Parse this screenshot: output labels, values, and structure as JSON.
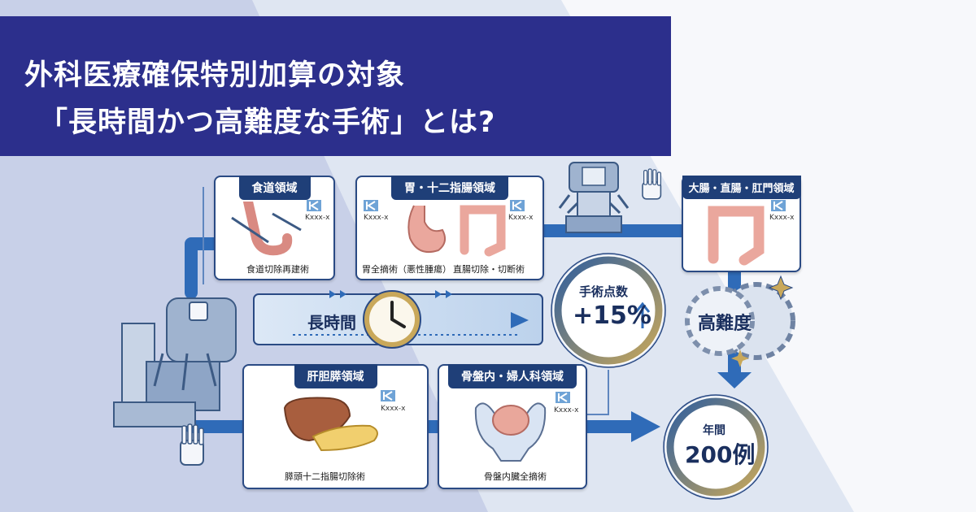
{
  "title": {
    "line1": "外科医療確保特別加算の対象",
    "line2": "「長時間かつ高難度な手術」とは?"
  },
  "panels": {
    "esophagus": {
      "heading": "食道領域",
      "code": "Kxxx-x",
      "caption": "食道切除再建術"
    },
    "stomach": {
      "heading": "胃・十二指腸領域",
      "codes": [
        "Kxxx-x",
        "Kxxx-x"
      ],
      "captions": [
        "胃全摘術（悪性腫瘍）",
        "直腸切除・切断術"
      ]
    },
    "colorectal": {
      "heading": "大腸・直腸・肛門領域",
      "code": "Kxxx-x"
    },
    "hepatobiliary": {
      "heading": "肝胆膵領域",
      "code": "Kxxx-x",
      "caption": "膵頭十二指腸切除術"
    },
    "pelvic": {
      "heading": "骨盤内・婦人科領域",
      "code": "Kxxx-x",
      "caption": "骨盤内臓全摘術"
    }
  },
  "long_duration": {
    "label": "長時間"
  },
  "points_badge": {
    "label": "手術点数",
    "value": "+15%"
  },
  "difficulty": {
    "label": "高難度"
  },
  "annual_badge": {
    "label": "年間",
    "value": "200例"
  },
  "colors": {
    "title_bg": "#2c2f8c",
    "panel_head": "#1f3f78",
    "arrow": "#2f6bb8",
    "gold": "#c9a85a"
  },
  "icons": [
    "robot-console-icon",
    "surgical-robot-icon",
    "robot-hand-icon",
    "clock-icon",
    "gear-icon",
    "sparkle-icon",
    "up-arrow-icon",
    "k-logo-icon"
  ]
}
